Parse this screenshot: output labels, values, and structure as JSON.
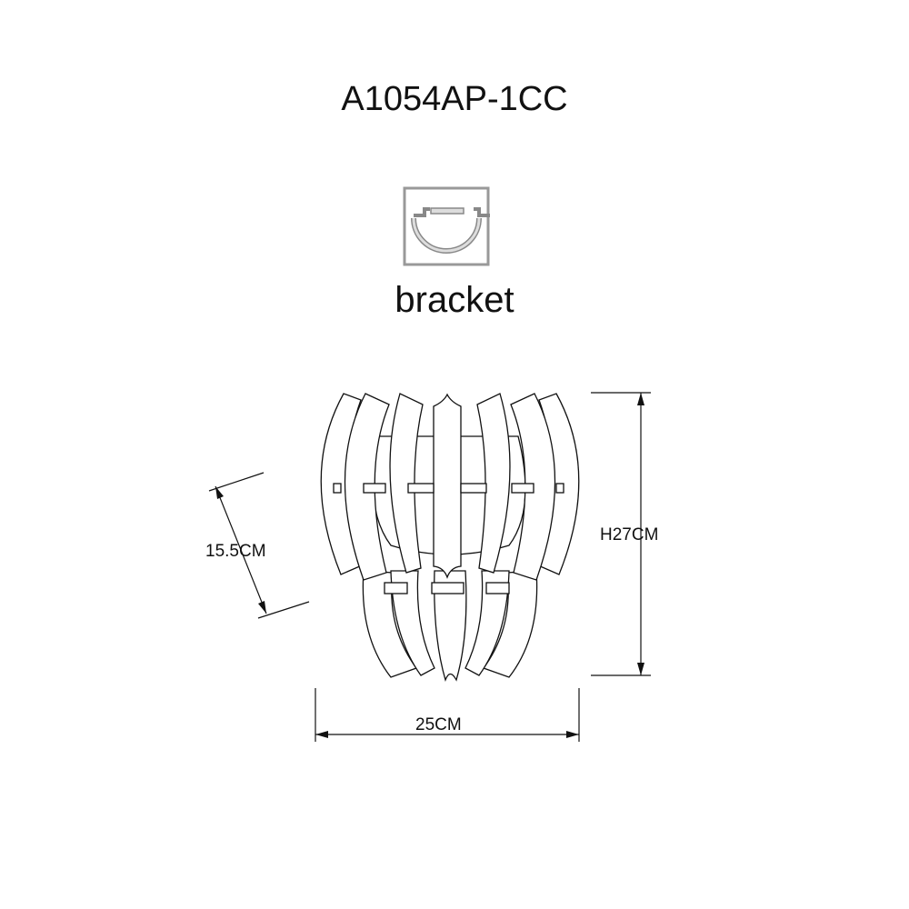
{
  "title": "A1054AP-1CC",
  "mount": {
    "icon": "bracket-icon",
    "label": "bracket"
  },
  "dimensions": {
    "height": "H27CM",
    "width": "25CM",
    "depth": "15.5CM"
  },
  "colors": {
    "line": "#111111",
    "icon_frame": "#999999"
  }
}
